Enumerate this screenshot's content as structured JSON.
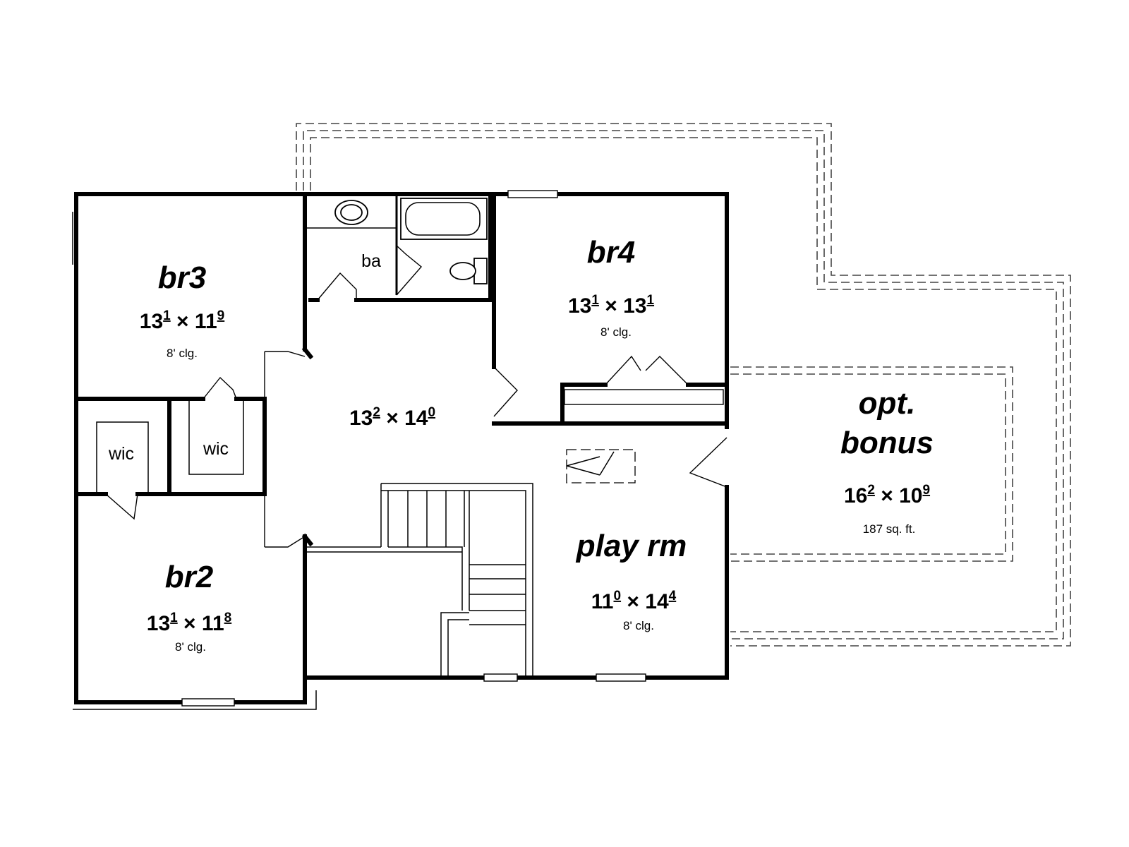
{
  "rooms": {
    "br3": {
      "name": "br3",
      "dim_w": "13",
      "dim_w_sup": "1",
      "dim_sep": " × ",
      "dim_h": "11",
      "dim_h_sup": "9",
      "ceiling": "8' clg."
    },
    "br4": {
      "name": "br4",
      "dim_w": "13",
      "dim_w_sup": "1",
      "dim_sep": " × ",
      "dim_h": "13",
      "dim_h_sup": "1",
      "ceiling": "8' clg."
    },
    "br2": {
      "name": "br2",
      "dim_w": "13",
      "dim_w_sup": "1",
      "dim_sep": " × ",
      "dim_h": "11",
      "dim_h_sup": "8",
      "ceiling": "8' clg."
    },
    "loft": {
      "dim_w": "13",
      "dim_w_sup": "2",
      "dim_sep": " × ",
      "dim_h": "14",
      "dim_h_sup": "0"
    },
    "play_rm": {
      "name": "play rm",
      "dim_w": "11",
      "dim_w_sup": "0",
      "dim_sep": " × ",
      "dim_h": "14",
      "dim_h_sup": "4",
      "ceiling": "8' clg."
    },
    "bonus": {
      "name_line1": "opt.",
      "name_line2": "bonus",
      "dim_w": "16",
      "dim_w_sup": "2",
      "dim_sep": " × ",
      "dim_h": "10",
      "dim_h_sup": "9",
      "area": "187 sq. ft."
    },
    "bath": {
      "label": "ba"
    },
    "wic_left": {
      "label": "wic"
    },
    "wic_right": {
      "label": "wic"
    }
  }
}
